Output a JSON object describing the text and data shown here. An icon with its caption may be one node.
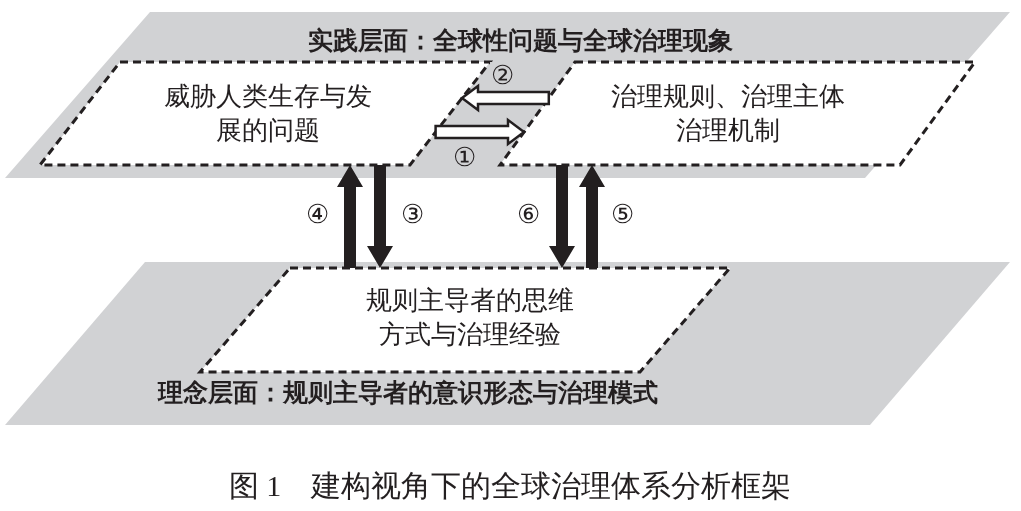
{
  "diagram": {
    "caption": "图 1　建构视角下的全球治理体系分析框架",
    "nodes": [
      {
        "text": [
          "实践层面：全球性问题与全球治理现象"
        ]
      },
      {
        "text": [
          "威胁人类生存与发展的问题"
        ],
        "in": 0
      },
      {
        "text": [
          "治理规则、治理主体治理机制"
        ],
        "in": 0
      },
      {
        "text": [
          "理念层面：规则主导者的意识形态与治理模式"
        ]
      },
      {
        "text": [
          "规则主导者的思维方式与治理经验"
        ],
        "in": 3
      }
    ],
    "edges": [
      {
        "from": 1,
        "to": 2,
        "arrow": "to",
        "label": "①"
      },
      {
        "from": 2,
        "to": 1,
        "arrow": "to",
        "label": "②"
      },
      {
        "from": 1,
        "to": 4,
        "arrow": "to",
        "label": "③",
        "style": "thick"
      },
      {
        "from": 4,
        "to": 1,
        "arrow": "to",
        "label": "④",
        "style": "thick"
      },
      {
        "from": 4,
        "to": 2,
        "arrow": "to",
        "label": "⑤",
        "style": "thick"
      },
      {
        "from": 2,
        "to": 4,
        "arrow": "to",
        "label": "⑥",
        "style": "thick"
      }
    ]
  }
}
